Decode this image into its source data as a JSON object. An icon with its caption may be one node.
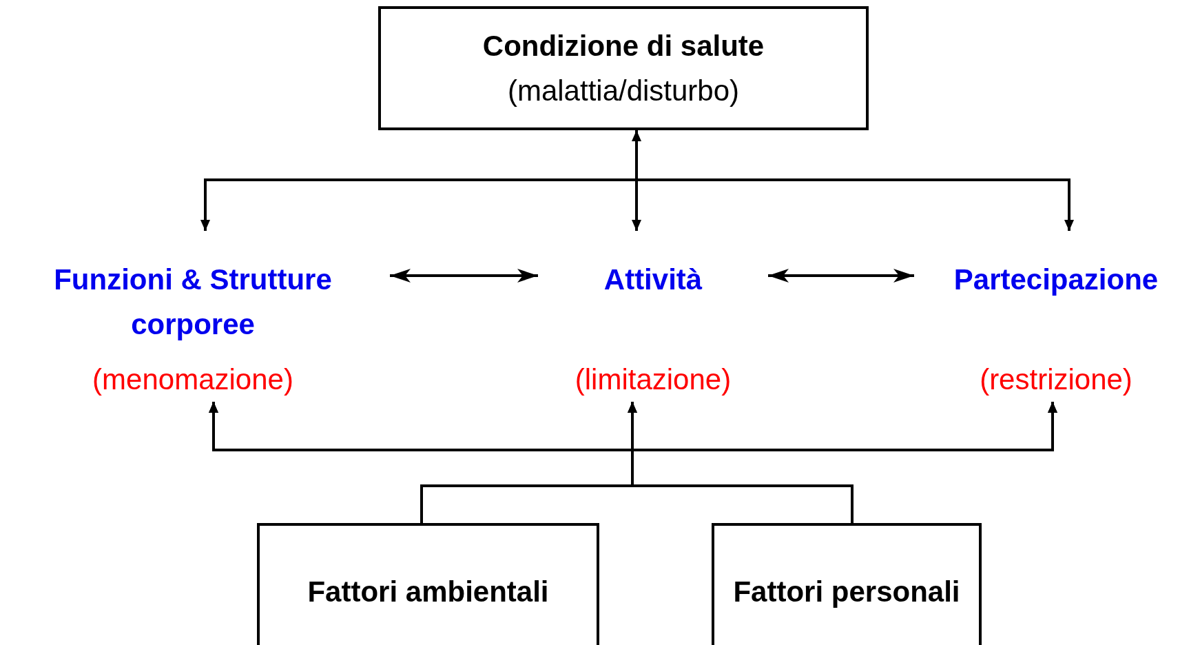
{
  "diagram": {
    "nodes": [
      {
        "text": [
          "Condizione di salute",
          "(malattia/disturbo)"
        ]
      },
      {
        "text": [
          "Funzioni & Strutture corporee",
          "(menomazione)"
        ]
      },
      {
        "text": [
          "Attività",
          "(limitazione)"
        ]
      },
      {
        "text": [
          "Partecipazione",
          "(restrizione)"
        ]
      },
      {
        "text": [
          "Fattori ambientali"
        ]
      },
      {
        "text": [
          "Fattori personali"
        ]
      }
    ],
    "edges": [
      {
        "from": 0,
        "to": 2,
        "arrow": "both"
      },
      {
        "from": 0,
        "to": 1,
        "arrow": "to"
      },
      {
        "from": 0,
        "to": 3,
        "arrow": "to"
      },
      {
        "from": 1,
        "to": 2,
        "arrow": "both"
      },
      {
        "from": 2,
        "to": 3,
        "arrow": "both"
      },
      {
        "from": 4,
        "to": 1,
        "arrow": "to"
      },
      {
        "from": 4,
        "to": 2,
        "arrow": "to"
      },
      {
        "from": 4,
        "to": 3,
        "arrow": "to"
      },
      {
        "from": 5,
        "to": 1,
        "arrow": "to"
      },
      {
        "from": 5,
        "to": 2,
        "arrow": "to"
      },
      {
        "from": 5,
        "to": 3,
        "arrow": "to"
      }
    ]
  }
}
